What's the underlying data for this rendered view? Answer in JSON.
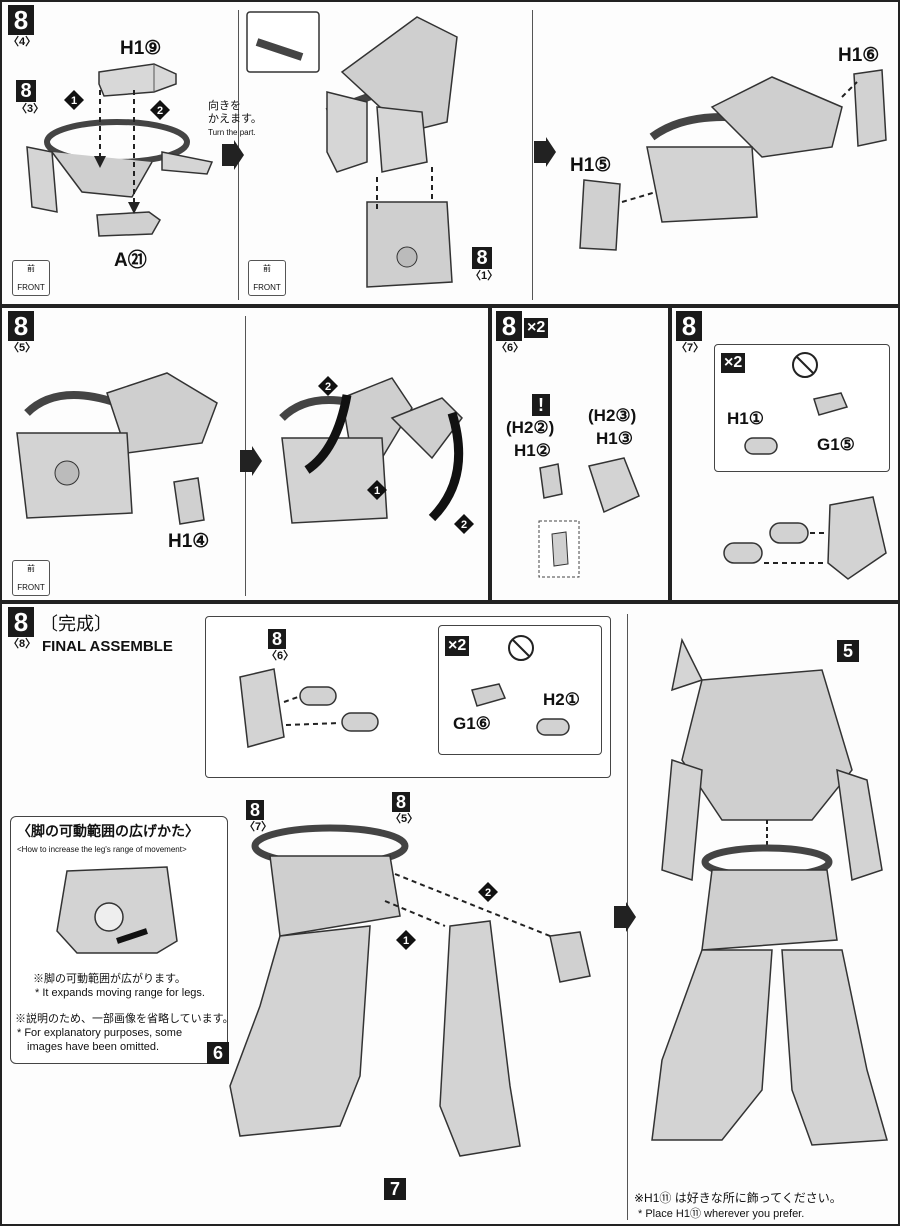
{
  "steps": {
    "s4": {
      "num": "8",
      "sub": "〈4〉"
    },
    "s5": {
      "num": "8",
      "sub": "〈5〉"
    },
    "s6": {
      "num": "8",
      "sub": "〈6〉",
      "mult": "×2"
    },
    "s7": {
      "num": "8",
      "sub": "〈7〉",
      "mult": "×2"
    },
    "s8": {
      "num": "8",
      "sub": "〈8〉",
      "title_jp": "〔完成〕",
      "title_en": "FINAL ASSEMBLE"
    }
  },
  "front_badge": {
    "jp": "前",
    "en": "FRONT"
  },
  "turn_note": {
    "jp_line1": "向きを",
    "jp_line2": "かえます。",
    "en": "Turn the part."
  },
  "part_labels": {
    "p1": "H1⑨",
    "p2": "A㉑",
    "p3": "H1⑥",
    "p4": "H1⑤",
    "p5": "H1④",
    "p6": "(H2②)",
    "p7": "H1②",
    "p8": "(H2③)",
    "p9": "H1③",
    "p10": "H1①",
    "p11": "G1⑤",
    "p12": "G1⑥",
    "p13": "H2①"
  },
  "ref_labels": {
    "r1": "8",
    "r1s": "〈3〉",
    "r2": "8",
    "r2s": "〈1〉",
    "r3": "8",
    "r3s": "〈6〉",
    "r4": "8",
    "r4s": "〈7〉",
    "r5": "8",
    "r5s": "〈5〉"
  },
  "numbers": {
    "n5": "5",
    "n6": "6",
    "n7": "7"
  },
  "leg_note": {
    "title_jp": "〈脚の可動範囲の広げかた〉",
    "title_en": "<How to increase the leg's range of movement>",
    "jp1": "※脚の可動範囲が広がります。",
    "en1": "* It expands moving range for legs.",
    "jp2": "※説明のため、一部画像を省略しています。",
    "en2a": "* For explanatory purposes, some",
    "en2b": "images have been omitted."
  },
  "place_note": {
    "jp": "※H1⑪ は好きな所に飾ってください。",
    "en": "* Place H1⑪ wherever you prefer."
  }
}
